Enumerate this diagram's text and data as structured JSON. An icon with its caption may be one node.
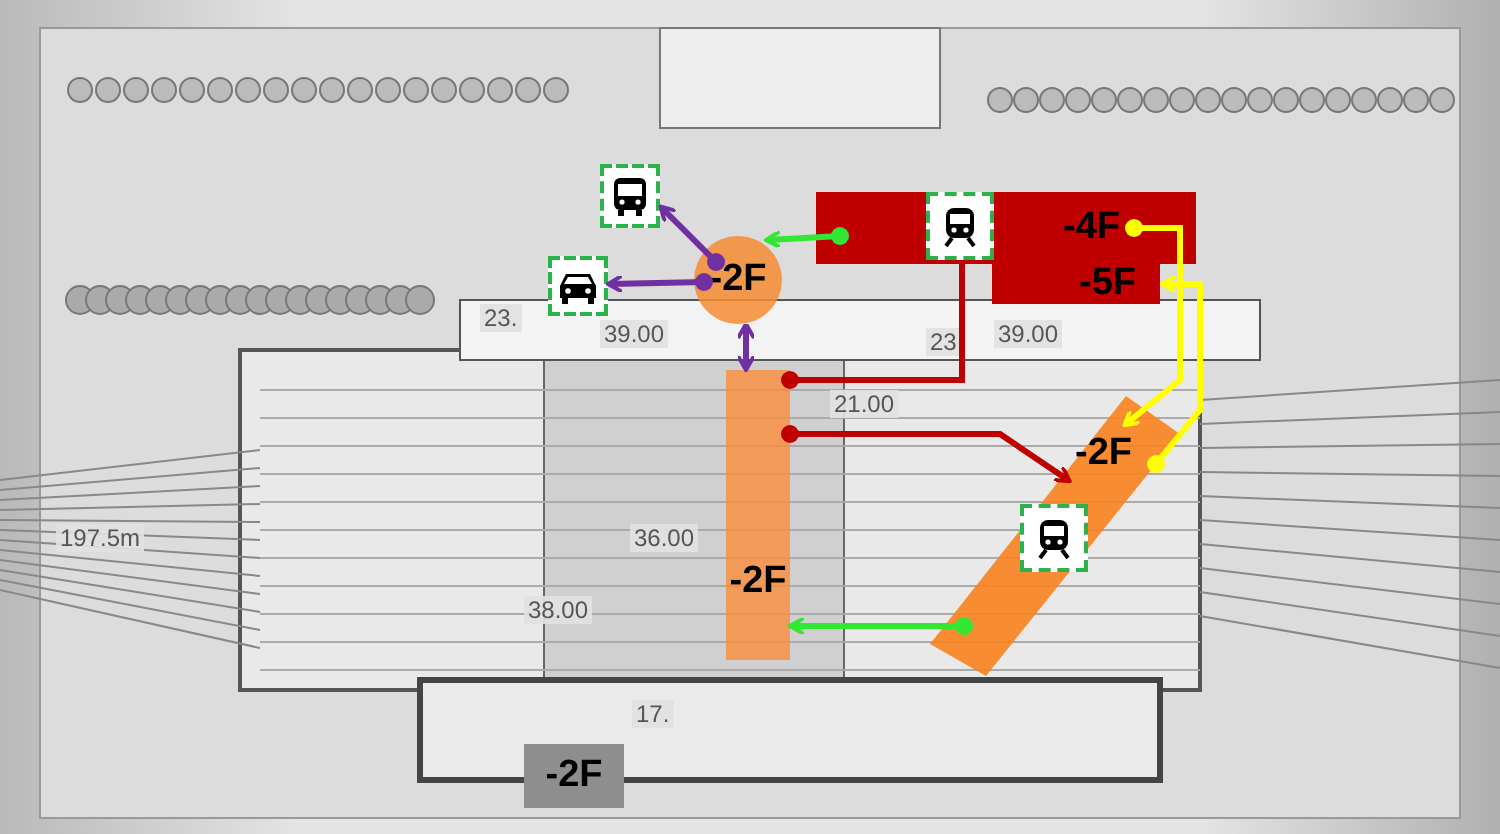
{
  "diagram": {
    "nodes": [
      {
        "text": [],
        "shape": "picture"
      },
      {
        "text": [],
        "shape": "picture"
      },
      {
        "text": [
          "-2F"
        ]
      },
      {
        "text": [
          "-4F"
        ]
      },
      {
        "text": [
          "-5F"
        ]
      },
      {
        "text": [],
        "shape": "picture",
        "in": 3
      },
      {
        "text": [
          "-2F"
        ]
      },
      {
        "text": [
          "-2F"
        ]
      },
      {
        "text": [],
        "shape": "picture",
        "in": 7
      },
      {
        "text": [
          "-2F"
        ]
      }
    ],
    "edges": [
      {
        "from": 2,
        "to": 0,
        "arrow": "to",
        "color": "#7030a0"
      },
      {
        "from": 2,
        "to": 1,
        "arrow": "to",
        "color": "#7030a0"
      },
      {
        "from": 2,
        "to": 6,
        "arrow": "both",
        "color": "#7030a0"
      },
      {
        "from": 3,
        "to": 2,
        "arrow": "to",
        "color": "#33e633"
      },
      {
        "from": 6,
        "to": 5,
        "arrow": "other",
        "color": "#c00000"
      },
      {
        "from": 6,
        "to": 7,
        "arrow": "to",
        "color": "#c00000"
      },
      {
        "from": 3,
        "to": 7,
        "arrow": "to",
        "color": "#ffff00"
      },
      {
        "from": 7,
        "to": 4,
        "arrow": "to",
        "color": "#ffff00"
      },
      {
        "from": 7,
        "to": 6,
        "arrow": "to",
        "color": "#33e633"
      }
    ],
    "labels": [
      "23.",
      "39.00",
      "23",
      "39.00",
      "21.00",
      "36.00",
      "38.00",
      "197.5m",
      "17."
    ]
  }
}
